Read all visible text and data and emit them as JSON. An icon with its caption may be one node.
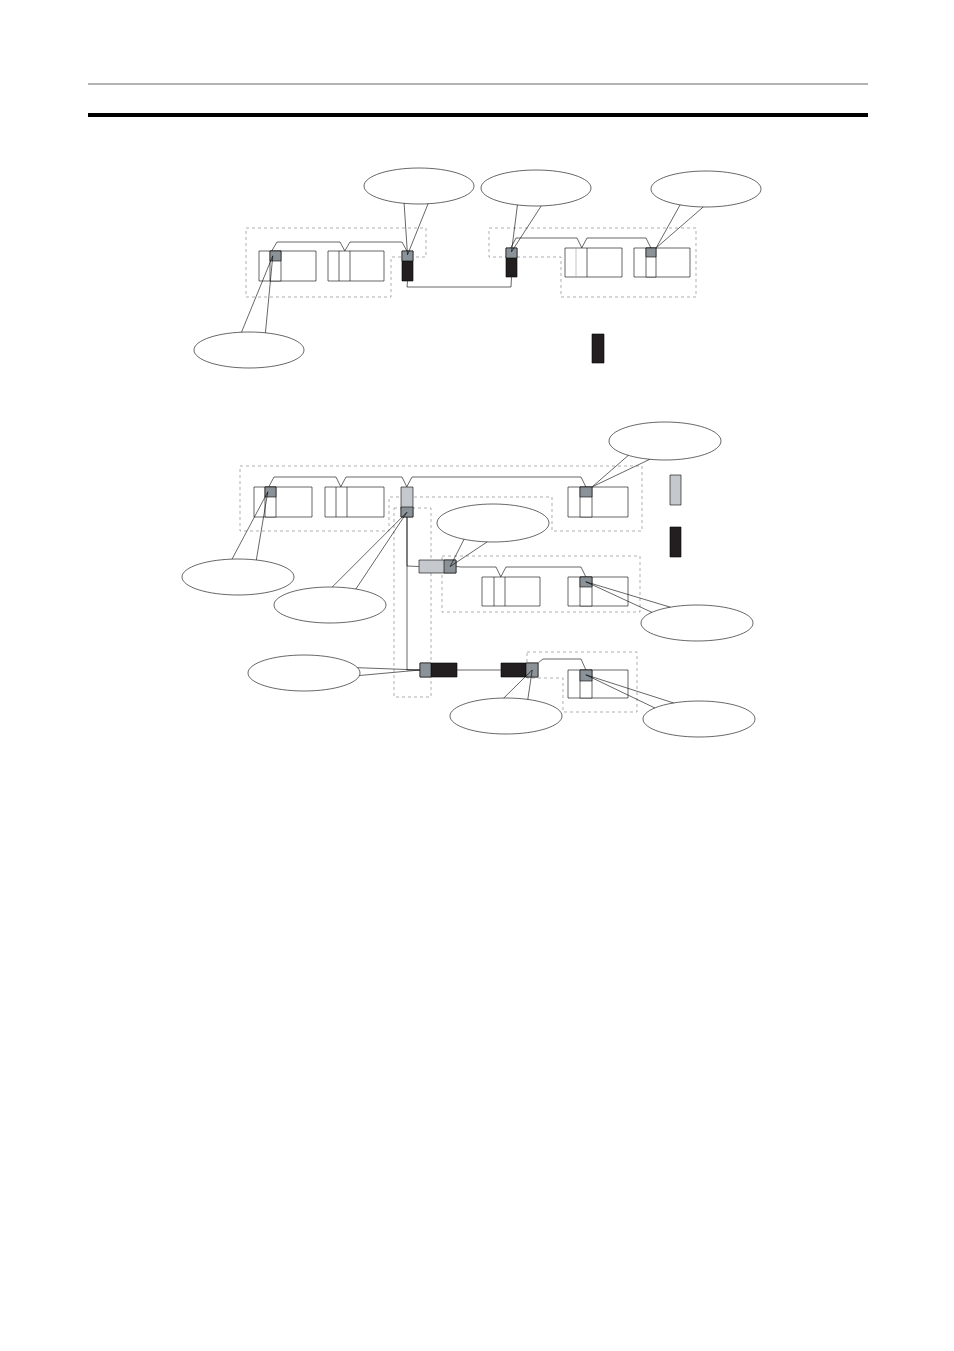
{
  "diagram": {
    "nodes": [
      {
        "text": [],
        "shape": "box"
      },
      {
        "text": [],
        "shape": "box",
        "in": 0
      },
      {
        "text": [],
        "shape": "box"
      },
      {
        "text": [],
        "shape": "bar"
      },
      {
        "text": [],
        "shape": "bar"
      },
      {
        "text": [],
        "shape": "box"
      },
      {
        "text": [],
        "shape": "box"
      },
      {
        "text": [],
        "shape": "box",
        "in": 6
      },
      {
        "text": [],
        "shape": "ellipse"
      },
      {
        "text": [],
        "shape": "ellipse"
      },
      {
        "text": [],
        "shape": "ellipse"
      },
      {
        "text": [],
        "shape": "ellipse"
      },
      {
        "text": [],
        "shape": "bar"
      },
      {
        "text": [],
        "shape": "box"
      },
      {
        "text": [],
        "shape": "box",
        "in": 13
      },
      {
        "text": [],
        "shape": "box"
      },
      {
        "text": [],
        "shape": "bar"
      },
      {
        "text": [],
        "shape": "box"
      },
      {
        "text": [],
        "shape": "box",
        "in": 17
      },
      {
        "text": [],
        "shape": "bar"
      },
      {
        "text": [],
        "shape": "bar"
      },
      {
        "text": [],
        "shape": "bar"
      },
      {
        "text": [],
        "shape": "box"
      },
      {
        "text": [],
        "shape": "box"
      },
      {
        "text": [],
        "shape": "box",
        "in": 23
      },
      {
        "text": [],
        "shape": "bar"
      },
      {
        "text": [],
        "shape": "bar"
      },
      {
        "text": [],
        "shape": "box"
      },
      {
        "text": [],
        "shape": "box",
        "in": 27
      },
      {
        "text": [],
        "shape": "ellipse"
      },
      {
        "text": [],
        "shape": "ellipse"
      },
      {
        "text": [],
        "shape": "ellipse"
      },
      {
        "text": [],
        "shape": "ellipse"
      },
      {
        "text": [],
        "shape": "ellipse"
      },
      {
        "text": [],
        "shape": "ellipse"
      },
      {
        "text": [],
        "shape": "ellipse"
      },
      {
        "text": [],
        "shape": "ellipse"
      }
    ],
    "edges": [
      {
        "from": 3,
        "to": 4,
        "arrow": "none"
      },
      {
        "from": 16,
        "to": 21,
        "arrow": "none"
      },
      {
        "from": 16,
        "to": 25,
        "arrow": "none"
      },
      {
        "from": 25,
        "to": 26,
        "arrow": "none"
      },
      {
        "from": 0,
        "to": 2,
        "arrow": "none"
      },
      {
        "from": 2,
        "to": 3,
        "arrow": "none"
      },
      {
        "from": 4,
        "to": 5,
        "arrow": "none"
      },
      {
        "from": 5,
        "to": 6,
        "arrow": "none"
      },
      {
        "from": 13,
        "to": 15,
        "arrow": "none"
      },
      {
        "from": 15,
        "to": 16,
        "arrow": "none"
      },
      {
        "from": 16,
        "to": 17,
        "arrow": "none"
      },
      {
        "from": 21,
        "to": 22,
        "arrow": "none"
      },
      {
        "from": 22,
        "to": 23,
        "arrow": "none"
      },
      {
        "from": 26,
        "to": 27,
        "arrow": "none"
      },
      {
        "from": 8,
        "to": 3,
        "arrow": "none"
      },
      {
        "from": 9,
        "to": 4,
        "arrow": "none"
      },
      {
        "from": 10,
        "to": 7,
        "arrow": "none"
      },
      {
        "from": 11,
        "to": 1,
        "arrow": "none"
      },
      {
        "from": 29,
        "to": 18,
        "arrow": "none"
      },
      {
        "from": 30,
        "to": 21,
        "arrow": "none"
      },
      {
        "from": 31,
        "to": 14,
        "arrow": "none"
      },
      {
        "from": 32,
        "to": 16,
        "arrow": "none"
      },
      {
        "from": 33,
        "to": 24,
        "arrow": "none"
      },
      {
        "from": 34,
        "to": 25,
        "arrow": "none"
      },
      {
        "from": 35,
        "to": 26,
        "arrow": "none"
      },
      {
        "from": 36,
        "to": 28,
        "arrow": "none"
      }
    ]
  }
}
